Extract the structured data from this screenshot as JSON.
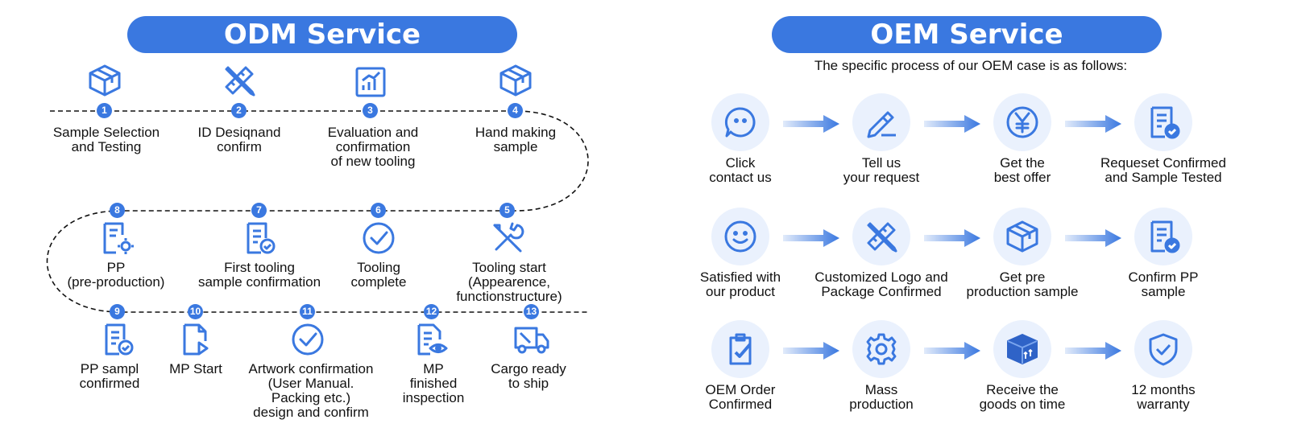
{
  "odm": {
    "title": "ODM Service",
    "steps": [
      {
        "num": "1",
        "label": "Sample Selection\nand Testing",
        "icon": "box-icon"
      },
      {
        "num": "2",
        "label": "ID Desiqnand\nconfirm",
        "icon": "ruler-pencil-icon"
      },
      {
        "num": "3",
        "label": "Evaluation and\nconfirmation\nof new tooling",
        "icon": "chart-icon"
      },
      {
        "num": "4",
        "label": "Hand making\nsample",
        "icon": "box-icon"
      },
      {
        "num": "5",
        "label": "Tooling start\n(Appearence,\nfunctionstructure)",
        "icon": "tools-icon"
      },
      {
        "num": "6",
        "label": "Tooling\ncomplete",
        "icon": "check-circle-icon"
      },
      {
        "num": "7",
        "label": "First tooling\nsample confirmation",
        "icon": "document-check-icon"
      },
      {
        "num": "8",
        "label": "PP\n(pre-production)",
        "icon": "document-gear-icon"
      },
      {
        "num": "9",
        "label": "PP sampl\nconfirmed",
        "icon": "document-check-icon"
      },
      {
        "num": "10",
        "label": "MP Start",
        "icon": "document-play-icon"
      },
      {
        "num": "11",
        "label": "Artwork confirmation\n(User Manual.\nPacking etc.)\ndesign and confirm",
        "icon": "check-circle-icon"
      },
      {
        "num": "12",
        "label": "MP\nfinished\ninspection",
        "icon": "document-eye-icon"
      },
      {
        "num": "13",
        "label": "Cargo ready\nto ship",
        "icon": "truck-icon"
      }
    ]
  },
  "oem": {
    "title": "OEM Service",
    "subtitle": "The specific process of our OEM case is as follows:",
    "steps": [
      {
        "label": "Click\ncontact us",
        "icon": "chat-icon"
      },
      {
        "label": "Tell us\nyour request",
        "icon": "pencil-icon"
      },
      {
        "label": "Get the\nbest offer",
        "icon": "yen-icon"
      },
      {
        "label": "Requeset Confirmed\nand Sample Tested",
        "icon": "document-check-icon"
      },
      {
        "label": "Satisfied with\nour product",
        "icon": "smile-icon"
      },
      {
        "label": "Customized Logo and\nPackage Confirmed",
        "icon": "ruler-pencil-icon"
      },
      {
        "label": "Get pre\nproduction sample",
        "icon": "box-icon"
      },
      {
        "label": "Confirm PP\nsample",
        "icon": "document-check-icon"
      },
      {
        "label": "OEM Order\nConfirmed",
        "icon": "clipboard-check-icon"
      },
      {
        "label": "Mass\nproduction",
        "icon": "gear-icon"
      },
      {
        "label": "Receive the\ngoods on time",
        "icon": "package-icon"
      },
      {
        "label": "12 months\nwarranty",
        "icon": "shield-check-icon"
      }
    ]
  },
  "colors": {
    "accent": "#3a78e0",
    "circle_bg": "#eaf1fd"
  }
}
